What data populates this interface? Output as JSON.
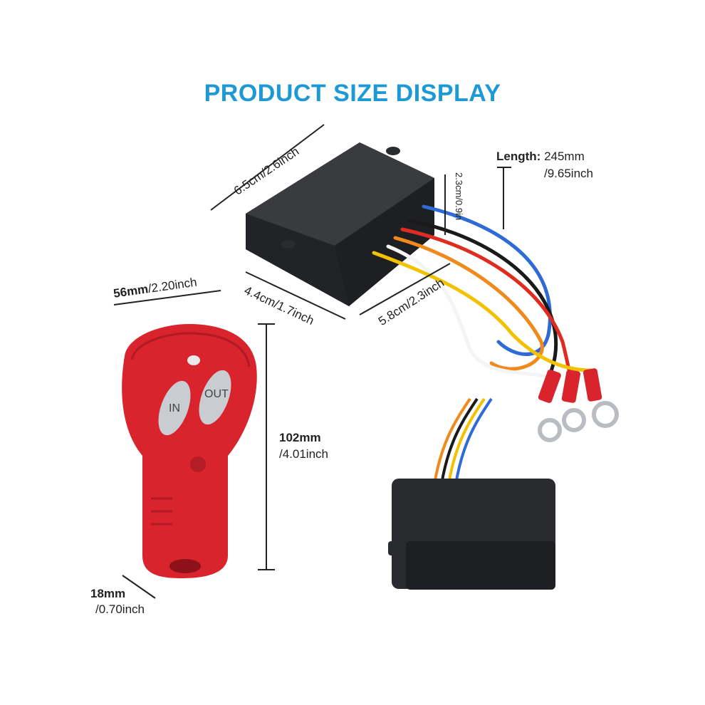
{
  "title": "PRODUCT SIZE DISPLAY",
  "colors": {
    "title": "#1d9ad6",
    "remote": "#d9232d",
    "remote_button": "#c9cdd2",
    "receiver": "#2a2b2e",
    "wire_blue": "#2f6bd6",
    "wire_red": "#e02b20",
    "wire_yellow": "#f2c200",
    "wire_black": "#1a1a1a",
    "wire_white": "#f4f4f4",
    "wire_orange": "#f08a1c"
  },
  "remote": {
    "buttons": {
      "in": "IN",
      "out": "OUT"
    },
    "width_label": "56mm",
    "width_label_inch": "/2.20inch",
    "height_label": "102mm",
    "height_label_inch": "/4.01inch",
    "thickness_label": "18mm",
    "thickness_label_inch": "/0.70inch"
  },
  "receiver": {
    "length_label": "6.5cm/2.6inch",
    "width_label": "4.4cm/1.7inch",
    "depth_label": "5.8cm/2.3inch",
    "height_label": "2.3cm/0.9in",
    "wire_length_key": "Length",
    "wire_length_mm": "245mm",
    "wire_length_inch": "/9.65inch"
  },
  "icons": [
    "remote-control-icon",
    "receiver-box-icon",
    "wire-harness-icon",
    "ring-terminal-icon"
  ]
}
